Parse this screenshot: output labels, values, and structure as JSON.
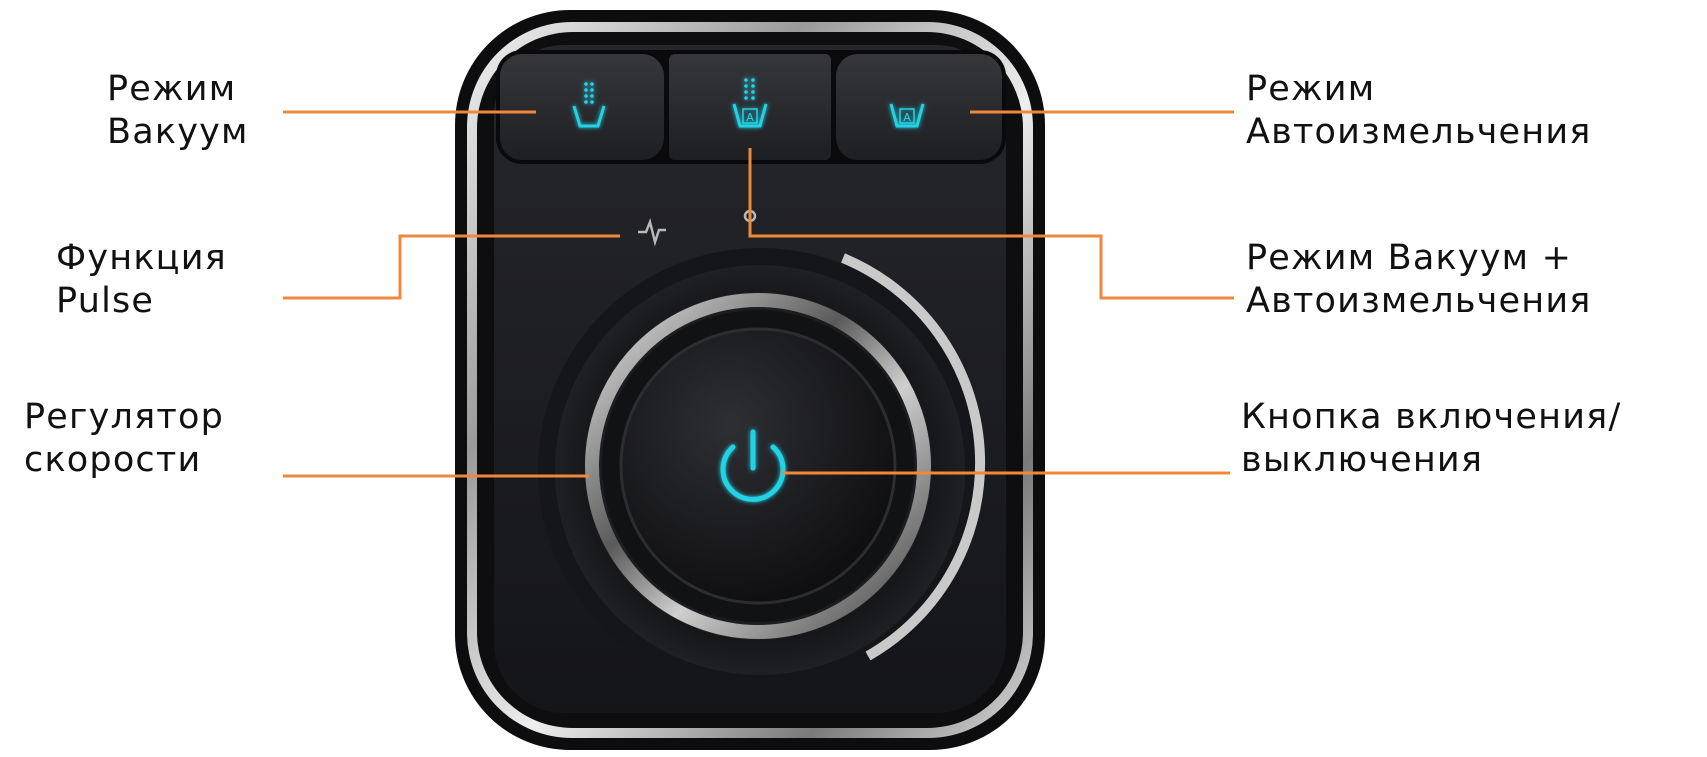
{
  "labels": {
    "vacuum_mode": "Режим\nВакуум",
    "auto_blend_mode": "Режим\nАвтоизмельчения",
    "pulse_function": "Функция\nPulse",
    "vacuum_auto_mode": "Режим Вакуум +\nАвтоизмельчения",
    "speed_regulator": "Регулятор\nскорости",
    "power_button": "Кнопка включения/\nвыключения"
  },
  "button_glyph_text": "A",
  "icons": {
    "vacuum": "cup-vacuum-icon",
    "vacuum_auto": "cup-vacuum-auto-icon",
    "auto": "cup-auto-icon",
    "pulse": "pulse-icon",
    "mode_indicator": "circle-indicator-icon",
    "power": "power-icon"
  },
  "colors": {
    "leader_line": "#F0883C",
    "accent_cyan": "#22D3E6",
    "panel": "#1b1c1f",
    "background": "#ffffff",
    "text": "#111111"
  }
}
